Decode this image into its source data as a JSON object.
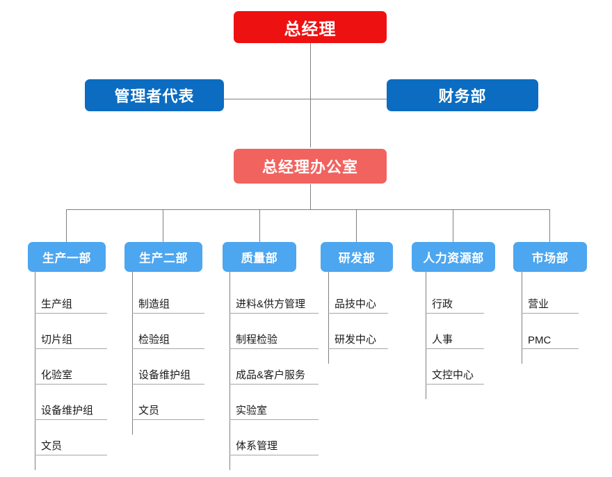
{
  "chart": {
    "type": "org-chart",
    "title": "",
    "colors": {
      "gm": "#EE1111",
      "level2": "#0B6CC1",
      "office": "#F1635F",
      "department": "#4DA6F0",
      "connector": "#7f7f7f",
      "leaf_rule": "#a6a6a6",
      "leaf_text": "#1a1a1a",
      "background": "#ffffff"
    },
    "nodes": {
      "gm": {
        "label": "总经理",
        "level": 1
      },
      "management_rep": {
        "label": "管理者代表",
        "level": 2
      },
      "finance": {
        "label": "财务部",
        "level": 2
      },
      "gm_office": {
        "label": "总经理办公室",
        "level": 2
      }
    },
    "departments": [
      {
        "label": "生产一部",
        "items": [
          "生产组",
          "切片组",
          "化验室",
          "设备维护组",
          "文员"
        ]
      },
      {
        "label": "生产二部",
        "items": [
          "制造组",
          "检验组",
          "设备维护组",
          "文员"
        ]
      },
      {
        "label": "质量部",
        "items": [
          "进料&供方管理",
          "制程检验",
          "成品&客户服务",
          "实验室",
          "体系管理"
        ]
      },
      {
        "label": "研发部",
        "items": [
          "品技中心",
          "研发中心"
        ]
      },
      {
        "label": "人力资源部",
        "items": [
          "行政",
          "人事",
          "文控中心"
        ]
      },
      {
        "label": "市场部",
        "items": [
          "营业",
          "PMC"
        ]
      }
    ]
  }
}
